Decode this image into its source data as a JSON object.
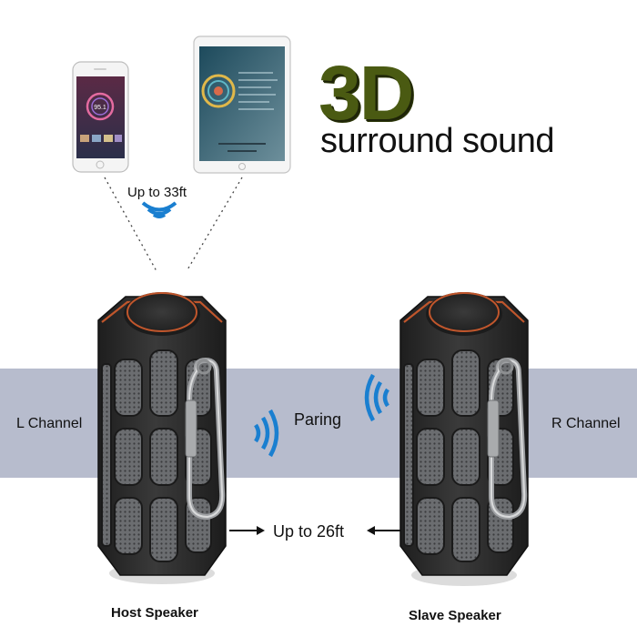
{
  "title": {
    "main": "3D",
    "subtitle": "surround sound"
  },
  "labels": {
    "range_phone": "Up to 33ft",
    "left_channel": "L Channel",
    "right_channel": "R Channel",
    "pairing": "Paring",
    "range_speakers": "Up to 26ft",
    "host_speaker": "Host Speaker",
    "slave_speaker": "Slave Speaker"
  },
  "phone_screen": {
    "reading": "95.1"
  },
  "icons": [
    "smartphone-icon",
    "tablet-icon",
    "wireless-signal-icon",
    "arrow-right-icon",
    "arrow-left-icon"
  ],
  "colors": {
    "band": "#b7bccd",
    "title_green": "#4a5a12",
    "signal_blue": "#1a7fd0",
    "speaker_body": "#2b2b2b",
    "speaker_accent": "#c0562c"
  }
}
